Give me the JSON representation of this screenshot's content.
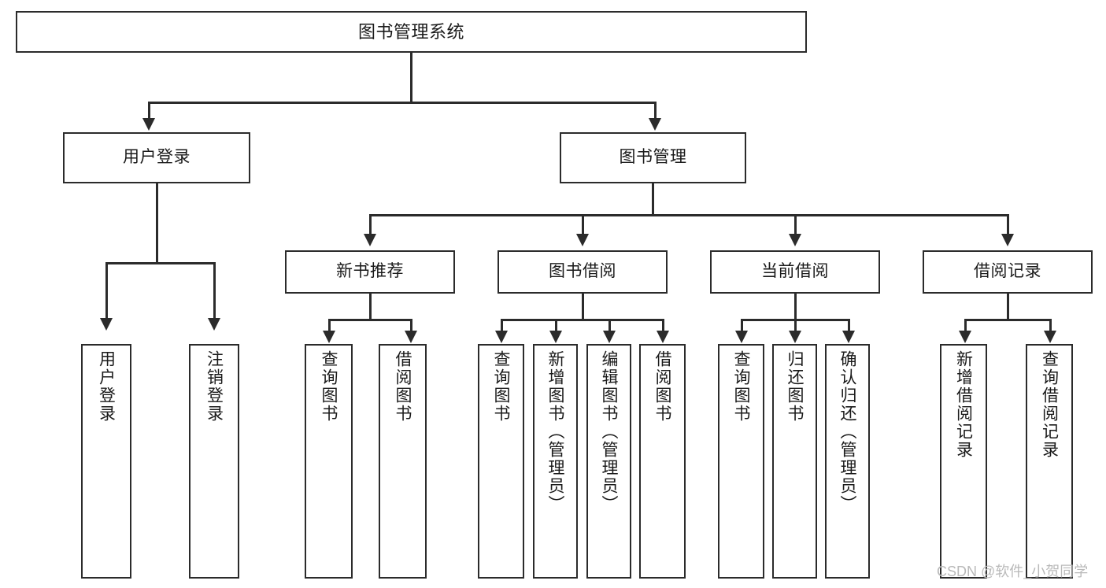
{
  "diagram": {
    "title": "图书管理系统",
    "type": "hierarchy-tree",
    "levels": {
      "root": "图书管理系统",
      "level1": [
        "用户登录",
        "图书管理"
      ],
      "level2": [
        "新书推荐",
        "图书借阅",
        "当前借阅",
        "借阅记录"
      ]
    },
    "root": {
      "label": "图书管理系统"
    },
    "branch_user_login": {
      "label": "用户登录"
    },
    "branch_book_mgmt": {
      "label": "图书管理"
    },
    "group_new_book": {
      "label": "新书推荐"
    },
    "group_borrow_book": {
      "label": "图书借阅"
    },
    "group_current_borrow": {
      "label": "当前借阅"
    },
    "group_borrow_record": {
      "label": "借阅记录"
    },
    "leaves": {
      "user_login_1": "用户登录",
      "user_login_2": "注销登录",
      "new_book_1": "查询图书",
      "new_book_2": "借阅图书",
      "borrow_1": "查询图书",
      "borrow_2": "新增图书（管理员）",
      "borrow_3": "编辑图书（管理员）",
      "borrow_4": "借阅图书",
      "current_1": "查询图书",
      "current_2": "归还图书",
      "current_3": "确认归还（管理员）",
      "record_1": "新增借阅记录",
      "record_2": "查询借阅记录"
    },
    "colors": {
      "stroke": "#2b2b2b",
      "fill": "#ffffff",
      "text": "#1a1a1a",
      "watermark": "#b9b9b9"
    }
  },
  "watermark": {
    "text": "CSDN @软件_小贺同学"
  }
}
